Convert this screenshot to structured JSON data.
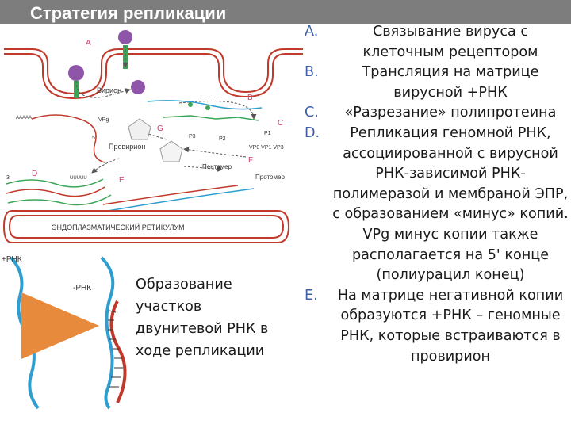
{
  "title": "Стратегия репликации",
  "steps": [
    {
      "letter": "A.",
      "text": "Связывание вируса с клеточным рецептором"
    },
    {
      "letter": "B.",
      "text": "Трансляция на матрице вирусной +РНК"
    },
    {
      "letter": "C.",
      "text": "«Разрезание» полипротеина"
    },
    {
      "letter": "D.",
      "text": "Репликация геномной РНК, ассоциированной с вирусной РНК-зависимой РНК-полимеразой и мембраной ЭПР, с образованием «минус» копий. VPg минус копии также располагается на 5' конце (полиурацил конец)"
    },
    {
      "letter": "E.",
      "text": "На матрице негативной копии образуются +РНК – геномные РНК, которые встраиваются в провирион"
    }
  ],
  "caption": "Образование участков двунитевой РНК в ходе репликации",
  "diagram": {
    "labels": {
      "a": "A",
      "b": "B",
      "c": "C",
      "d": "D",
      "e": "E",
      "f": "F",
      "g": "G",
      "virion": "Вирион",
      "provirion": "Провирион",
      "pentamer": "Пентамер",
      "protomer": "Протомер",
      "vpg": "VPg",
      "five_prime": "5'",
      "three_prime": "3'",
      "aaaaa": "AAAAA",
      "uuuuu": "UUUUU",
      "p1": "P1",
      "p2": "P2",
      "p3": "P3",
      "vp": "VP0 VP1 VP3",
      "er": "ЭНДОПЛАЗМАТИЧЕСКИЙ РЕТИКУЛУМ",
      "plus_rna": "+РНК",
      "minus_rna": "-РНК"
    }
  },
  "colors": {
    "title_bar": "#7d7d7d",
    "letters": "#3f5fa7",
    "membrane": "#c0392b",
    "virion": "#8e55a8",
    "receptor": "#3aa655",
    "rna_plus": "#2e9ed0",
    "rna_minus": "#c0392b",
    "arrow": "#e88a3c",
    "label_pink": "#d23c6e"
  }
}
